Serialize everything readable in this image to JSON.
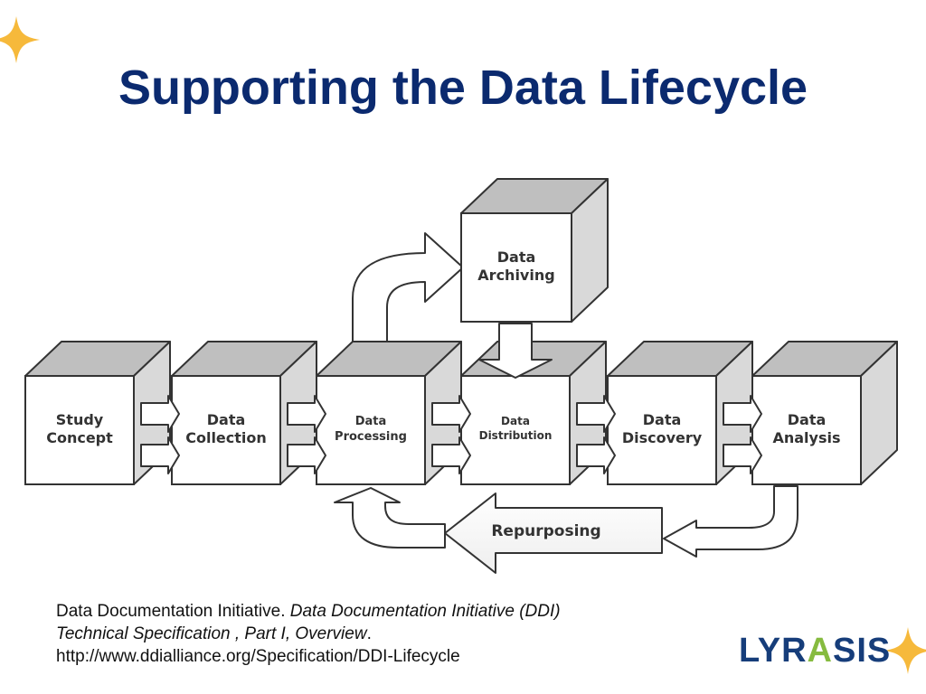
{
  "slide": {
    "title": "Supporting the Data Lifecycle"
  },
  "diagram": {
    "main_flow": [
      {
        "id": "study-concept",
        "label": [
          "Study",
          "Concept"
        ]
      },
      {
        "id": "data-collection",
        "label": [
          "Data",
          "Collection"
        ]
      },
      {
        "id": "data-processing",
        "label": [
          "Data",
          "Processing"
        ]
      },
      {
        "id": "data-distribution",
        "label": [
          "Data",
          "Distribution"
        ]
      },
      {
        "id": "data-discovery",
        "label": [
          "Data",
          "Discovery"
        ]
      },
      {
        "id": "data-analysis",
        "label": [
          "Data",
          "Analysis"
        ]
      }
    ],
    "archive_box": {
      "id": "data-archiving",
      "label": [
        "Data",
        "Archiving"
      ]
    },
    "loop_label": "Repurposing"
  },
  "citation": {
    "plain": "Data Documentation Initiative. ",
    "italic_1": "Data Documentation Initiative (DDI)",
    "italic_2": "Technical Specification , Part I, Overview",
    "period": ".",
    "url": "http://www.ddialliance.org/Specification/DDI-Lifecycle"
  },
  "logo": {
    "main": "LYR",
    "accent": "A",
    "end": "SIS"
  },
  "colors": {
    "title": "#0b2a6f",
    "sparkle": "#f6b93b",
    "logo_blue": "#163d7a",
    "logo_green": "#86bb3f",
    "box_face": "#ffffff",
    "box_side": "#d9d9d9",
    "box_top": "#bfbfbf",
    "stroke": "#333333"
  }
}
